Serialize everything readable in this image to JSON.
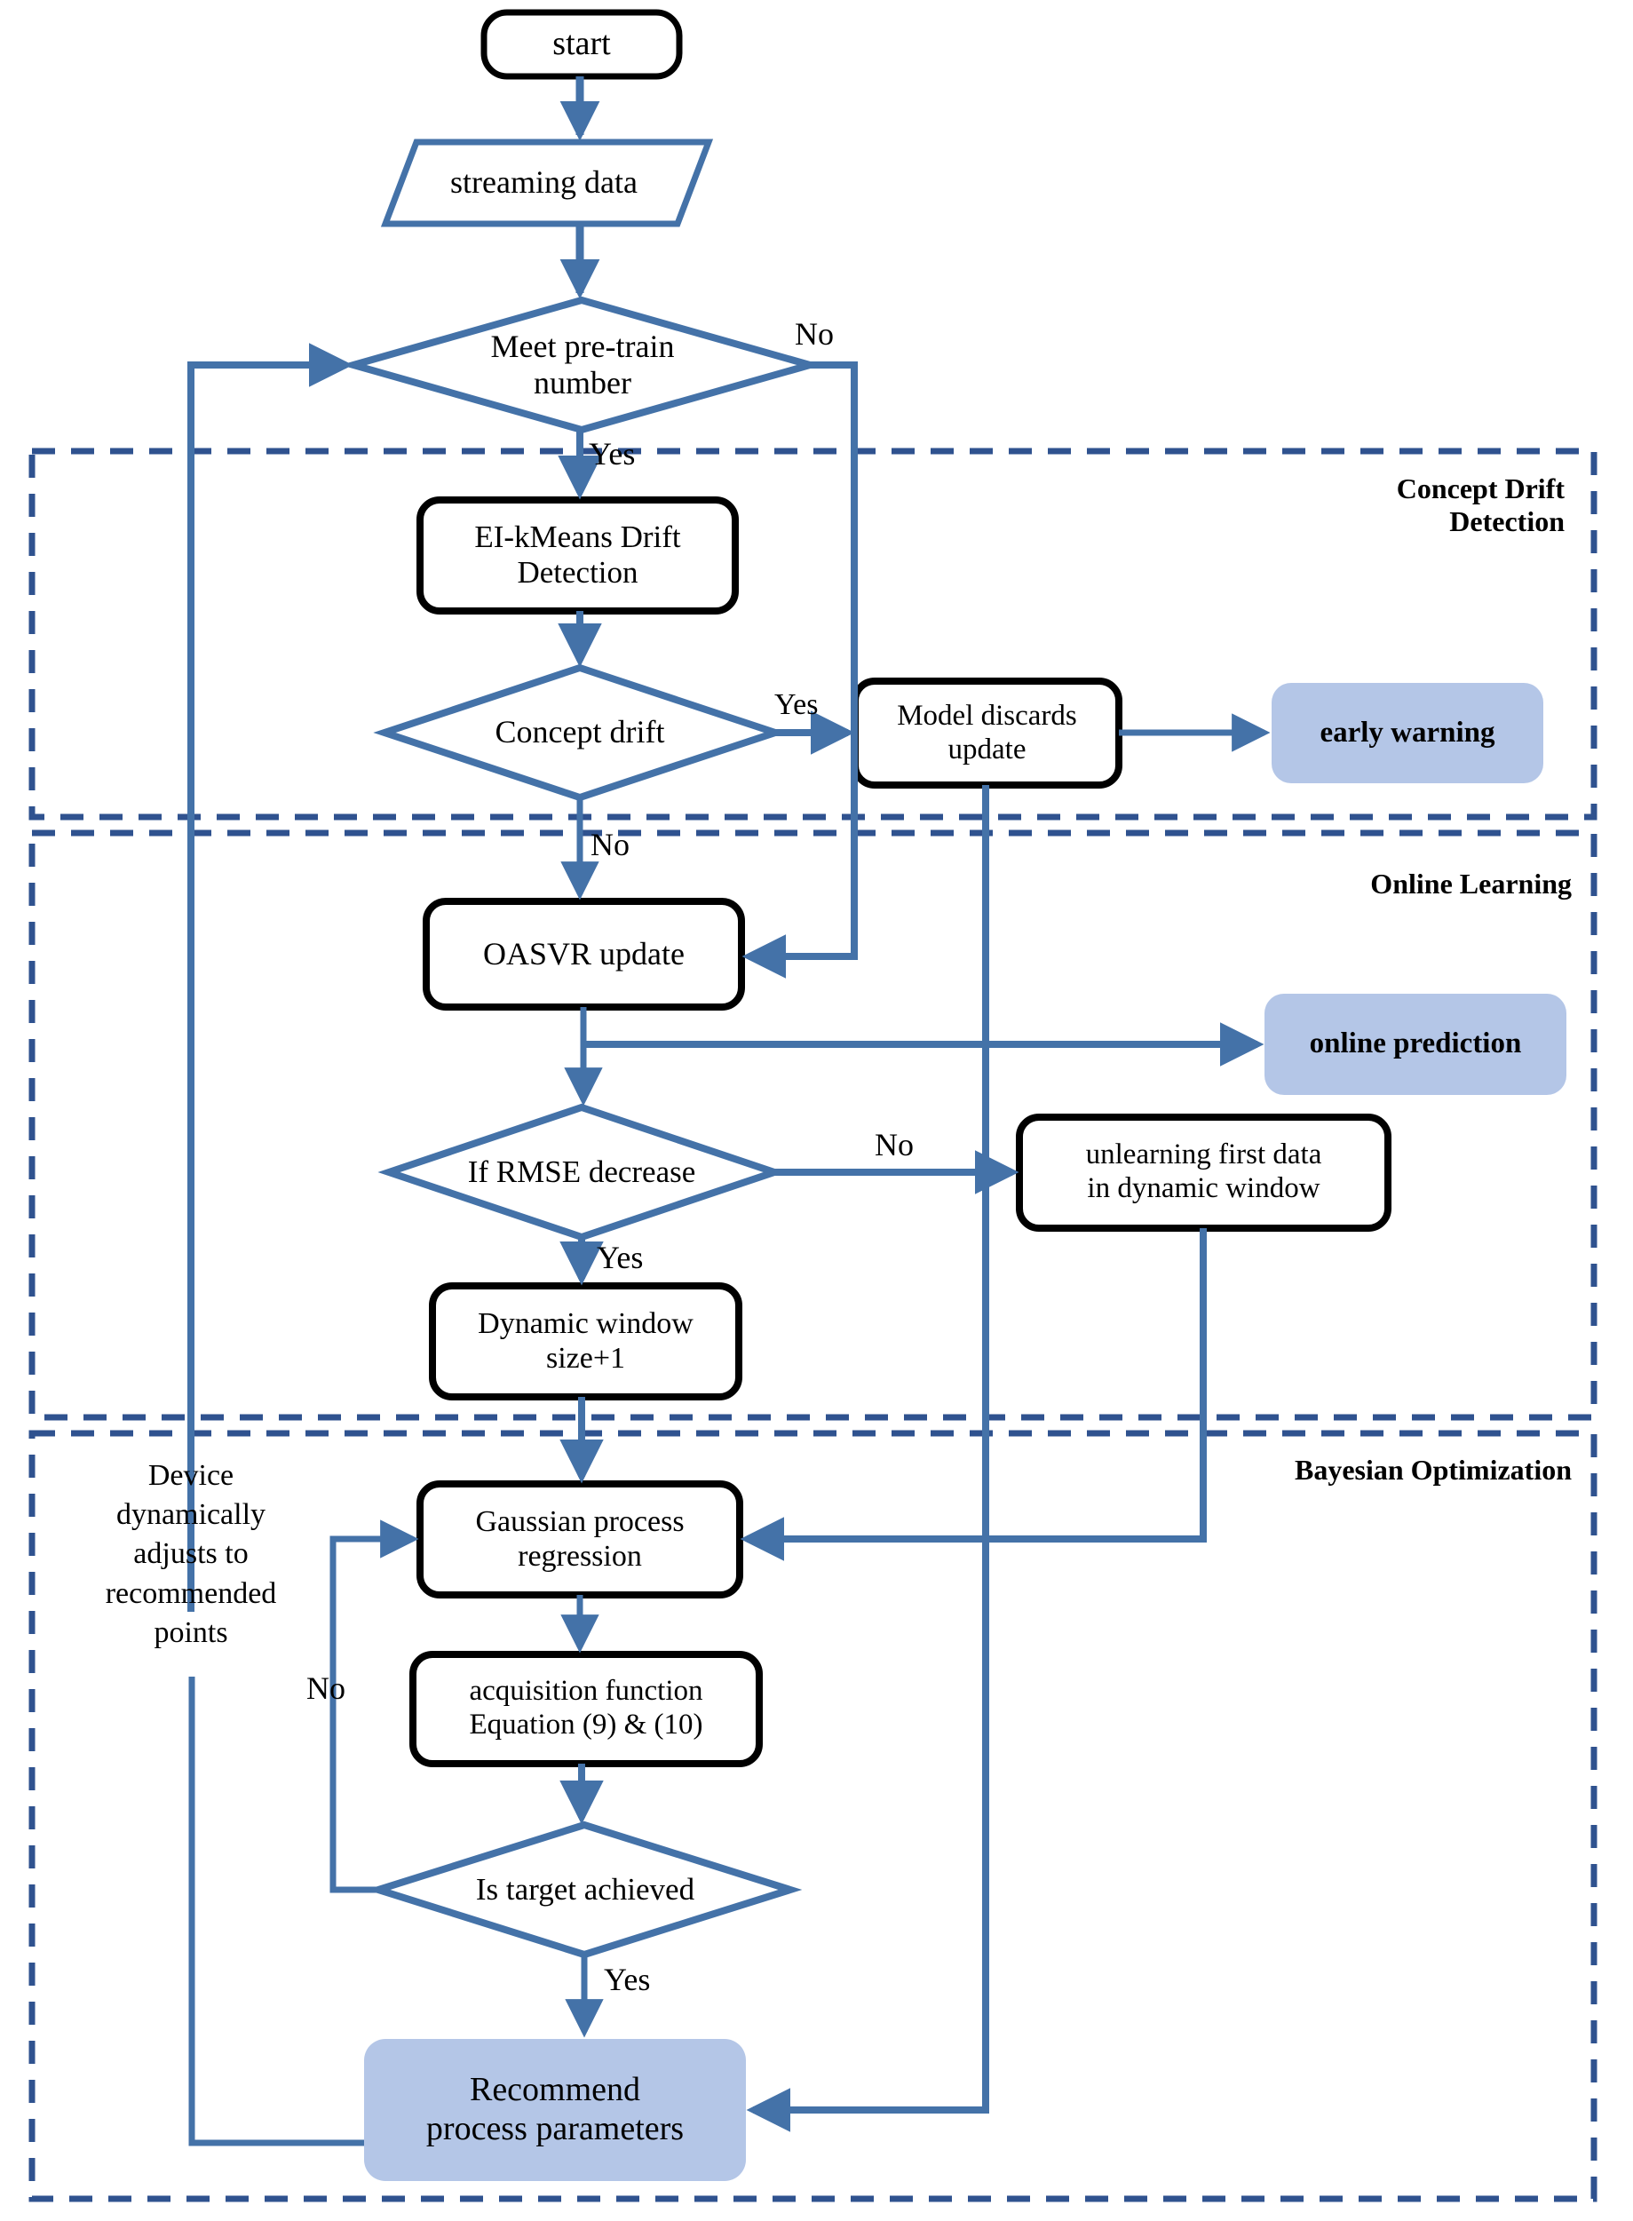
{
  "diagram": {
    "title": "Online learning and Bayesian optimization flowchart",
    "colors": {
      "flow_line": "#4472a8",
      "dashed_group": "#2f528f",
      "highlight_fill": "#b4c6e7",
      "terminator_stroke": "#000000",
      "process_stroke": "#000000"
    },
    "groups": [
      {
        "id": "concept-drift-detection",
        "title_lines": [
          "Concept Drift",
          "Detection"
        ]
      },
      {
        "id": "online-learning",
        "title_lines": [
          "Online Learning"
        ]
      },
      {
        "id": "bayesian-optimization",
        "title_lines": [
          "Bayesian Optimization"
        ]
      }
    ],
    "nodes": {
      "start": {
        "label": "start",
        "shape": "terminator"
      },
      "streaming_data": {
        "label": "streaming data",
        "shape": "parallelogram"
      },
      "meet_pretrain": {
        "label": "Meet pre-train\nnumber",
        "line1": "Meet pre-train",
        "line2": "number",
        "shape": "decision"
      },
      "ei_kmeans": {
        "line1": "EI-kMeans Drift",
        "line2": "Detection",
        "shape": "process"
      },
      "concept_drift": {
        "label": "Concept drift",
        "shape": "decision"
      },
      "model_discards": {
        "line1": "Model discards",
        "line2": "update",
        "shape": "process"
      },
      "early_warning": {
        "label": "early warning",
        "shape": "highlight"
      },
      "oasvr_update": {
        "label": "OASVR update",
        "shape": "process"
      },
      "online_prediction": {
        "label": "online prediction",
        "shape": "highlight"
      },
      "if_rmse": {
        "label": "If RMSE decrease",
        "shape": "decision"
      },
      "unlearning": {
        "line1": "unlearning first data",
        "line2": "in dynamic window",
        "shape": "process"
      },
      "dynamic_window": {
        "line1": "Dynamic window",
        "line2": "size+1",
        "shape": "process"
      },
      "gaussian": {
        "line1": "Gaussian process",
        "line2": "regression",
        "shape": "process"
      },
      "acquisition": {
        "line1": "acquisition function",
        "line2": "Equation (9) & (10)",
        "shape": "process"
      },
      "is_target": {
        "label": "Is target achieved",
        "shape": "decision"
      },
      "recommend": {
        "line1": "Recommend",
        "line2": "process parameters",
        "shape": "highlight"
      }
    },
    "edge_labels": {
      "pretrain_no": "No",
      "pretrain_yes": "Yes",
      "drift_yes": "Yes",
      "drift_no": "No",
      "rmse_no": "No",
      "rmse_yes": "Yes",
      "target_no": "No",
      "target_yes": "Yes"
    },
    "side_note": {
      "lines": [
        "Device",
        "dynamically",
        "adjusts to",
        "recommended",
        "points"
      ]
    }
  }
}
